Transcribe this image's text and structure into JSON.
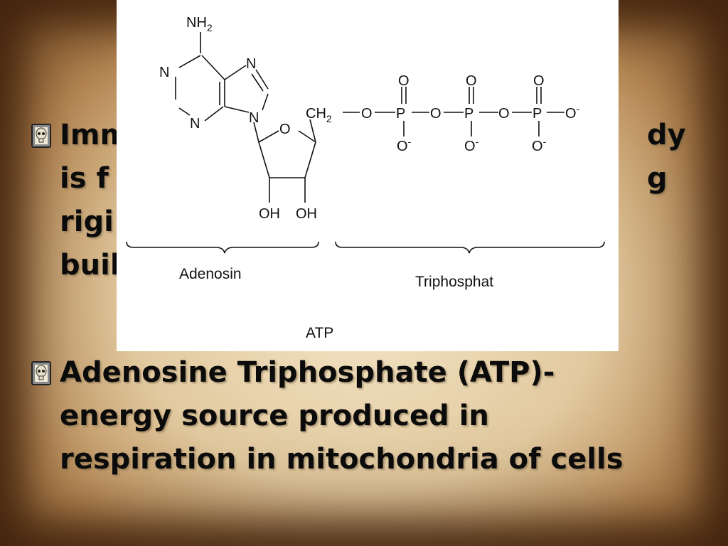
{
  "bullets": [
    {
      "text": "Immune system of the human body\nis f...ng\nrigi...\nbuil...",
      "visible_fragments": [
        "Imm",
        "dy",
        "is f",
        "g",
        "rigi",
        "buil"
      ]
    },
    {
      "text": "Adenosine Triphosphate (ATP)-\nenergy source produced in\nrespiration in mitochondria of cells"
    }
  ],
  "figure": {
    "caption": "ATP",
    "brace_left_label": "Adenosin",
    "brace_right_label": "Triphosphat",
    "atoms": {
      "nh2": "NH",
      "nh2_sub": "2",
      "n": "N",
      "o": "O",
      "p": "P",
      "ch2": "CH",
      "ch2_sub": "2",
      "oh": "OH",
      "o_minus": "O",
      "minus": "-"
    }
  },
  "colors": {
    "text": "#0b0b0b",
    "figure_bg": "#ffffff"
  },
  "icons": {
    "bullet": "skull-icon"
  }
}
